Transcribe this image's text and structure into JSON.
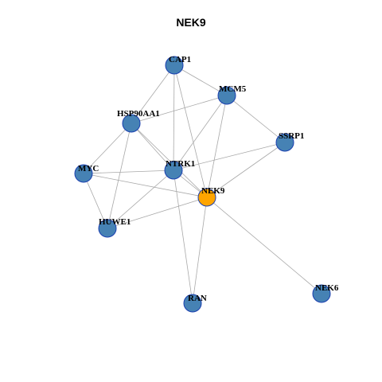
{
  "title": "NEK9",
  "colors": {
    "node_default": "#4682b4",
    "node_highlight": "#ffa500",
    "node_border": "#1a3fb0",
    "edge": "#a8a8a8"
  },
  "nodes": [
    {
      "id": "CAP1",
      "label": "CAP1",
      "highlight": false
    },
    {
      "id": "MCM5",
      "label": "MCM5",
      "highlight": false
    },
    {
      "id": "HSP90AA1",
      "label": "HSP90AA1",
      "highlight": false
    },
    {
      "id": "SSRP1",
      "label": "SSRP1",
      "highlight": false
    },
    {
      "id": "MYC",
      "label": "MYC",
      "highlight": false
    },
    {
      "id": "NTRK1",
      "label": "NTRK1",
      "highlight": false
    },
    {
      "id": "NEK9",
      "label": "NEK9",
      "highlight": true
    },
    {
      "id": "HUWE1",
      "label": "HUWE1",
      "highlight": false
    },
    {
      "id": "RAN",
      "label": "RAN",
      "highlight": false
    },
    {
      "id": "NEK6",
      "label": "NEK6",
      "highlight": false
    }
  ],
  "edges": [
    [
      "CAP1",
      "MCM5"
    ],
    [
      "CAP1",
      "HSP90AA1"
    ],
    [
      "CAP1",
      "NTRK1"
    ],
    [
      "CAP1",
      "NEK9"
    ],
    [
      "MCM5",
      "HSP90AA1"
    ],
    [
      "MCM5",
      "SSRP1"
    ],
    [
      "MCM5",
      "NTRK1"
    ],
    [
      "MCM5",
      "NEK9"
    ],
    [
      "HSP90AA1",
      "MYC"
    ],
    [
      "HSP90AA1",
      "NTRK1"
    ],
    [
      "HSP90AA1",
      "NEK9"
    ],
    [
      "HSP90AA1",
      "HUWE1"
    ],
    [
      "SSRP1",
      "NTRK1"
    ],
    [
      "SSRP1",
      "NEK9"
    ],
    [
      "MYC",
      "NTRK1"
    ],
    [
      "MYC",
      "NEK9"
    ],
    [
      "MYC",
      "HUWE1"
    ],
    [
      "NTRK1",
      "HUWE1"
    ],
    [
      "NTRK1",
      "RAN"
    ],
    [
      "NTRK1",
      "NEK9"
    ],
    [
      "NEK9",
      "HUWE1"
    ],
    [
      "NEK9",
      "RAN"
    ],
    [
      "NEK9",
      "NEK6"
    ]
  ]
}
